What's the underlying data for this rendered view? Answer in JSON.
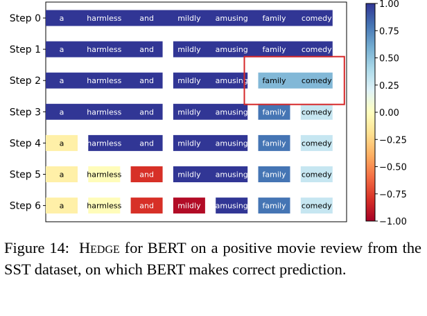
{
  "chart_data": {
    "type": "heatmap",
    "title": "",
    "xlabel": "",
    "ylabel": "",
    "tokens": [
      "a",
      "harmless",
      "and",
      "mildly",
      "amusing",
      "family",
      "comedy"
    ],
    "rows": [
      {
        "label": "Step 0",
        "groups": [
          [
            0,
            6
          ]
        ],
        "values": [
          1.0,
          1.0,
          1.0,
          1.0,
          1.0,
          1.0,
          1.0
        ]
      },
      {
        "label": "Step 1",
        "groups": [
          [
            0,
            2
          ],
          [
            3,
            6
          ]
        ],
        "values": [
          1.0,
          1.0,
          1.0,
          1.0,
          1.0,
          1.0,
          1.0
        ]
      },
      {
        "label": "Step 2",
        "groups": [
          [
            0,
            2
          ],
          [
            3,
            4
          ],
          [
            5,
            6
          ]
        ],
        "values": [
          1.0,
          1.0,
          1.0,
          1.0,
          1.0,
          0.55,
          0.55
        ]
      },
      {
        "label": "Step 3",
        "groups": [
          [
            0,
            2
          ],
          [
            3,
            4
          ],
          [
            5,
            5
          ],
          [
            6,
            6
          ]
        ],
        "values": [
          1.0,
          1.0,
          1.0,
          1.0,
          1.0,
          0.8,
          0.3
        ]
      },
      {
        "label": "Step 4",
        "groups": [
          [
            0,
            0
          ],
          [
            1,
            2
          ],
          [
            3,
            4
          ],
          [
            5,
            5
          ],
          [
            6,
            6
          ]
        ],
        "values": [
          -0.1,
          1.0,
          1.0,
          1.0,
          1.0,
          0.8,
          0.3
        ]
      },
      {
        "label": "Step 5",
        "groups": [
          [
            0,
            0
          ],
          [
            1,
            1
          ],
          [
            2,
            2
          ],
          [
            3,
            4
          ],
          [
            5,
            5
          ],
          [
            6,
            6
          ]
        ],
        "values": [
          -0.1,
          -0.02,
          -0.8,
          1.0,
          1.0,
          0.8,
          0.3
        ]
      },
      {
        "label": "Step 6",
        "groups": [
          [
            0,
            0
          ],
          [
            1,
            1
          ],
          [
            2,
            2
          ],
          [
            3,
            3
          ],
          [
            4,
            4
          ],
          [
            5,
            5
          ],
          [
            6,
            6
          ]
        ],
        "values": [
          -0.1,
          -0.02,
          -0.8,
          -0.95,
          1.0,
          0.8,
          0.3
        ]
      }
    ],
    "colorbar": {
      "min": -1.0,
      "max": 1.0,
      "ticks": [
        1.0,
        0.75,
        0.5,
        0.25,
        0.0,
        -0.25,
        -0.5,
        -0.75,
        -1.0
      ],
      "tick_labels": [
        "1.00",
        "0.75",
        "0.50",
        "0.25",
        "0.00",
        "−0.25",
        "−0.50",
        "−0.75",
        "−1.00"
      ],
      "colormap": "RdYlBu"
    },
    "highlight": {
      "row": 2,
      "tokens": [
        5,
        6
      ],
      "color": "#d62728"
    }
  },
  "caption": {
    "lead": "Figure 14:",
    "name": "Hedge",
    "text": " for BERT on a positive movie review from the SST dataset, on which BERT makes correct prediction."
  }
}
